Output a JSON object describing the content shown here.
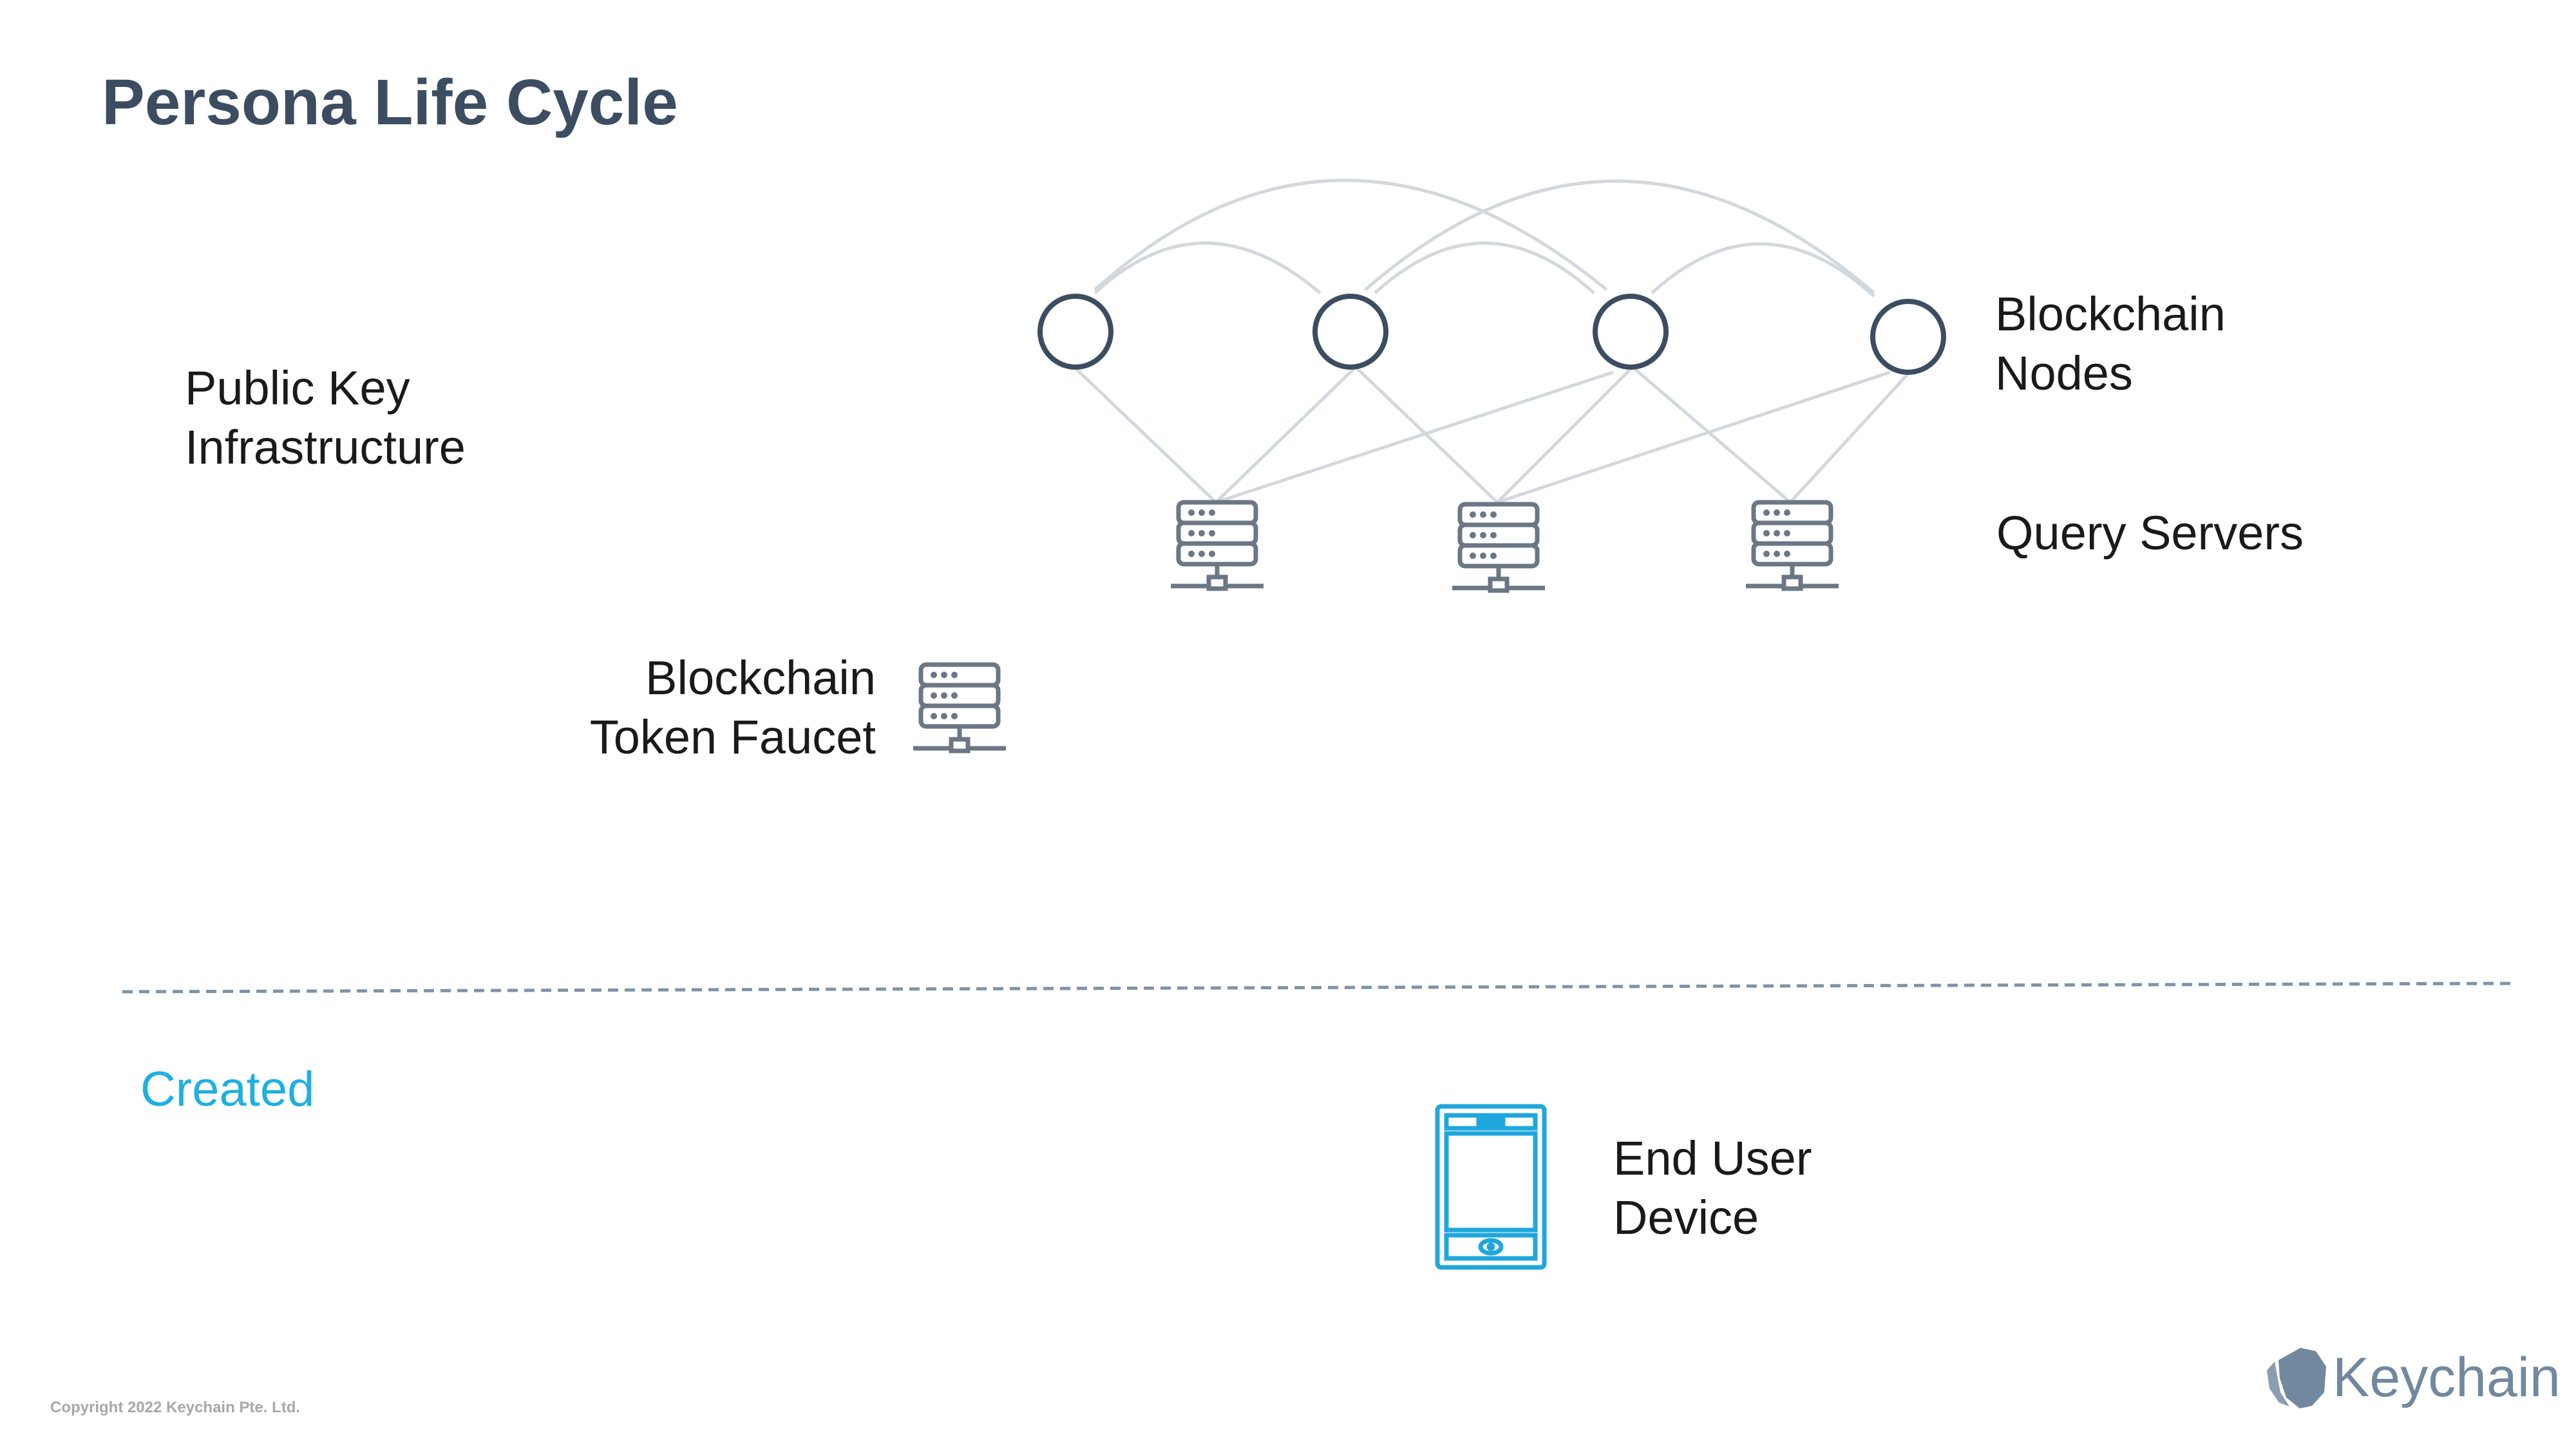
{
  "title": "Persona Life Cycle",
  "labels": {
    "pki": [
      "Public Key",
      "Infrastructure"
    ],
    "blockchain_nodes": [
      "Blockchain",
      "Nodes"
    ],
    "query_servers": "Query Servers",
    "token_faucet": [
      "Blockchain",
      "Token Faucet"
    ],
    "end_user_device": [
      "End User",
      "Device"
    ]
  },
  "stage": "Created",
  "footer": {
    "copyright": "Copyright 2022 Keychain Pte. Ltd.",
    "brand": "Keychain"
  },
  "colors": {
    "title": "#3d4d61",
    "node_stroke": "#3d4d61",
    "server_icon": "#6b7785",
    "connector": "#d3d8de",
    "divider": "#7f93a8",
    "device": "#1fa7dd",
    "stage": "#1fb0e0",
    "brand": "#72889e"
  },
  "icons": {
    "node": "circle-node-icon",
    "server": "server-rack-icon",
    "device": "mobile-phone-icon",
    "logo": "keychain-logo-icon"
  }
}
